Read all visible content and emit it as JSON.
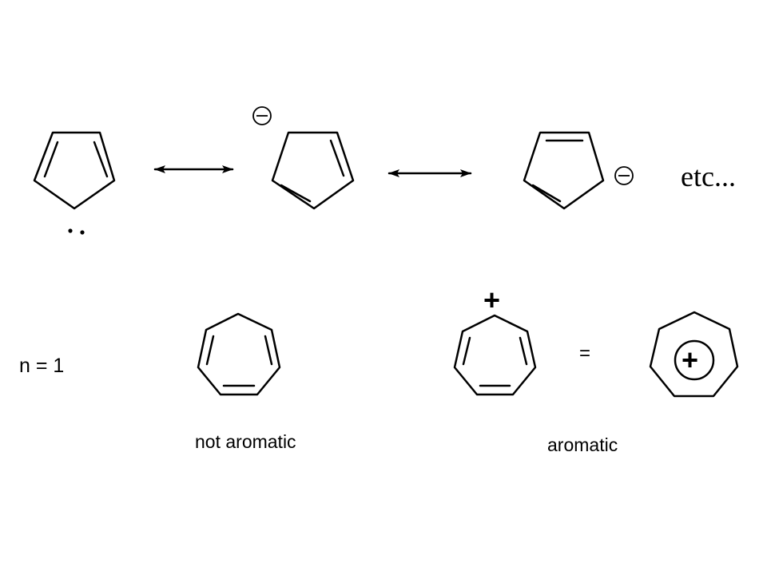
{
  "labels": {
    "n_equals": "n = 1",
    "not_aromatic": "not aromatic",
    "aromatic": "aromatic",
    "etc": "etc...",
    "equals": "=",
    "plus_top": "+",
    "plus_ring": "+"
  },
  "structures": {
    "row1": [
      {
        "name": "cyclopentadienyl-anion-lone-pair",
        "ring_size": 5,
        "charge": "lone-pair"
      },
      {
        "name": "cyclopentadienyl-anion-resonance-2",
        "ring_size": 5,
        "charge": "negative"
      },
      {
        "name": "cyclopentadienyl-anion-resonance-3",
        "ring_size": 5,
        "charge": "negative"
      }
    ],
    "row2": [
      {
        "name": "cycloheptatriene",
        "ring_size": 7,
        "aromatic": false
      },
      {
        "name": "tropylium-kekule",
        "ring_size": 7,
        "charge": "positive"
      },
      {
        "name": "tropylium-delocalized",
        "ring_size": 7,
        "charge": "positive"
      }
    ]
  },
  "colors": {
    "ink": "#000000",
    "background": "#ffffff"
  }
}
